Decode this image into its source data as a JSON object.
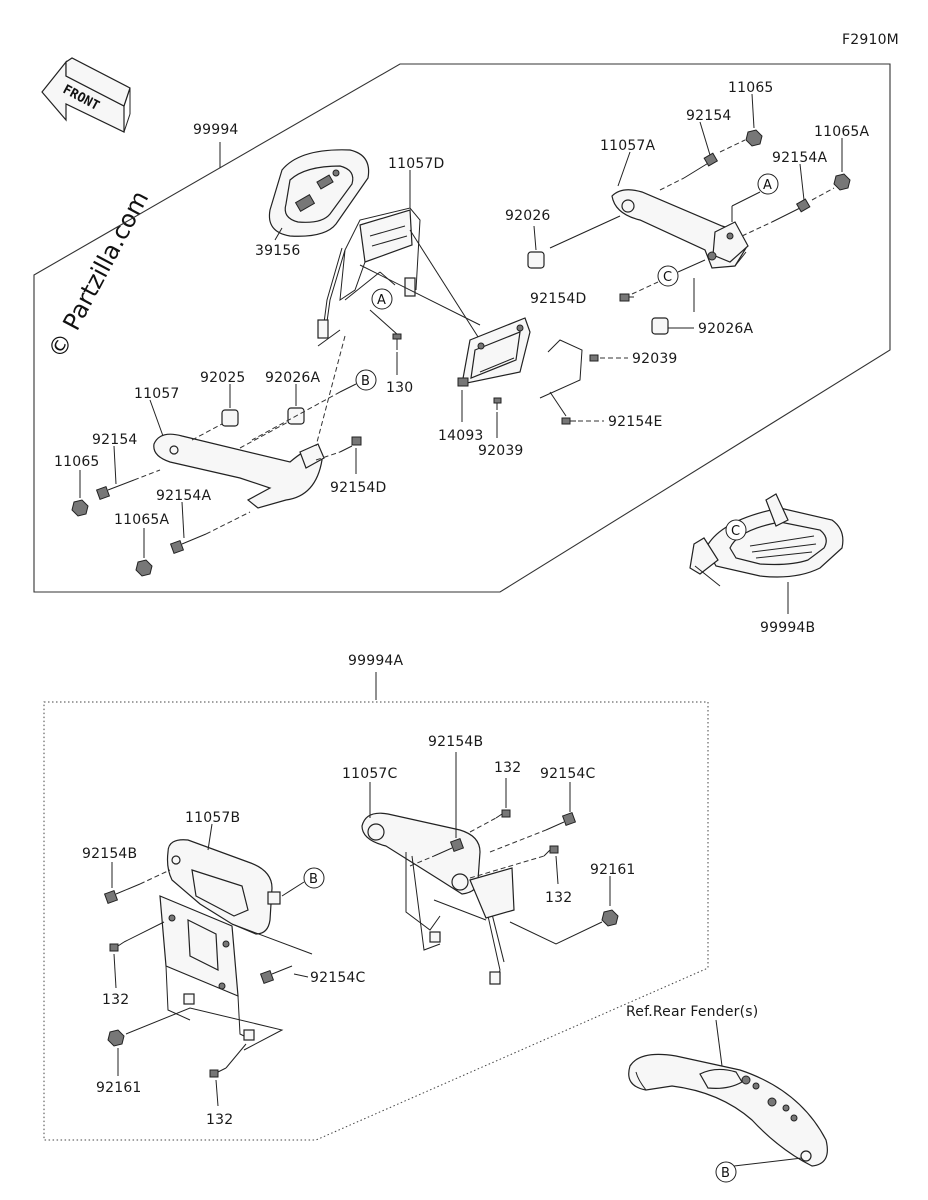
{
  "figure_code": "F2910M",
  "watermark": "© Partzilla.com",
  "front_label": "FRONT",
  "ref_text": "Ref.Rear Fender(s)",
  "labels": {
    "p99994": "99994",
    "p11057D": "11057D",
    "p39156": "39156",
    "p11065_top": "11065",
    "p92154_top": "92154",
    "p11057A": "11057A",
    "p11065A_top": "11065A",
    "p92154A_top": "92154A",
    "p92026_top": "92026",
    "p92154D_top": "92154D",
    "p92026A_top": "92026A",
    "p92039_r": "92039",
    "p130": "130",
    "p92154E": "92154E",
    "p14093": "14093",
    "p92039_b": "92039",
    "p11057": "11057",
    "p92025": "92025",
    "p92026A_left": "92026A",
    "p92154_left": "92154",
    "p11065_left": "11065",
    "p92154A_left": "92154A",
    "p11065A_left": "11065A",
    "p92154D_left": "92154D",
    "p99994B": "99994B",
    "p99994A": "99994A",
    "p92154B_top": "92154B",
    "p11057C": "11057C",
    "p132_top": "132",
    "p92154C_top": "92154C",
    "p132_mid": "132",
    "p92161_r": "92161",
    "p11057B": "11057B",
    "p92154B_left": "92154B",
    "p132_left": "132",
    "p92154C_left": "92154C",
    "p92161_l": "92161",
    "p132_bot": "132"
  },
  "callouts": {
    "a1": "A",
    "a2": "A",
    "b1": "B",
    "b2": "B",
    "b3": "B",
    "c1": "C",
    "c2": "C"
  }
}
